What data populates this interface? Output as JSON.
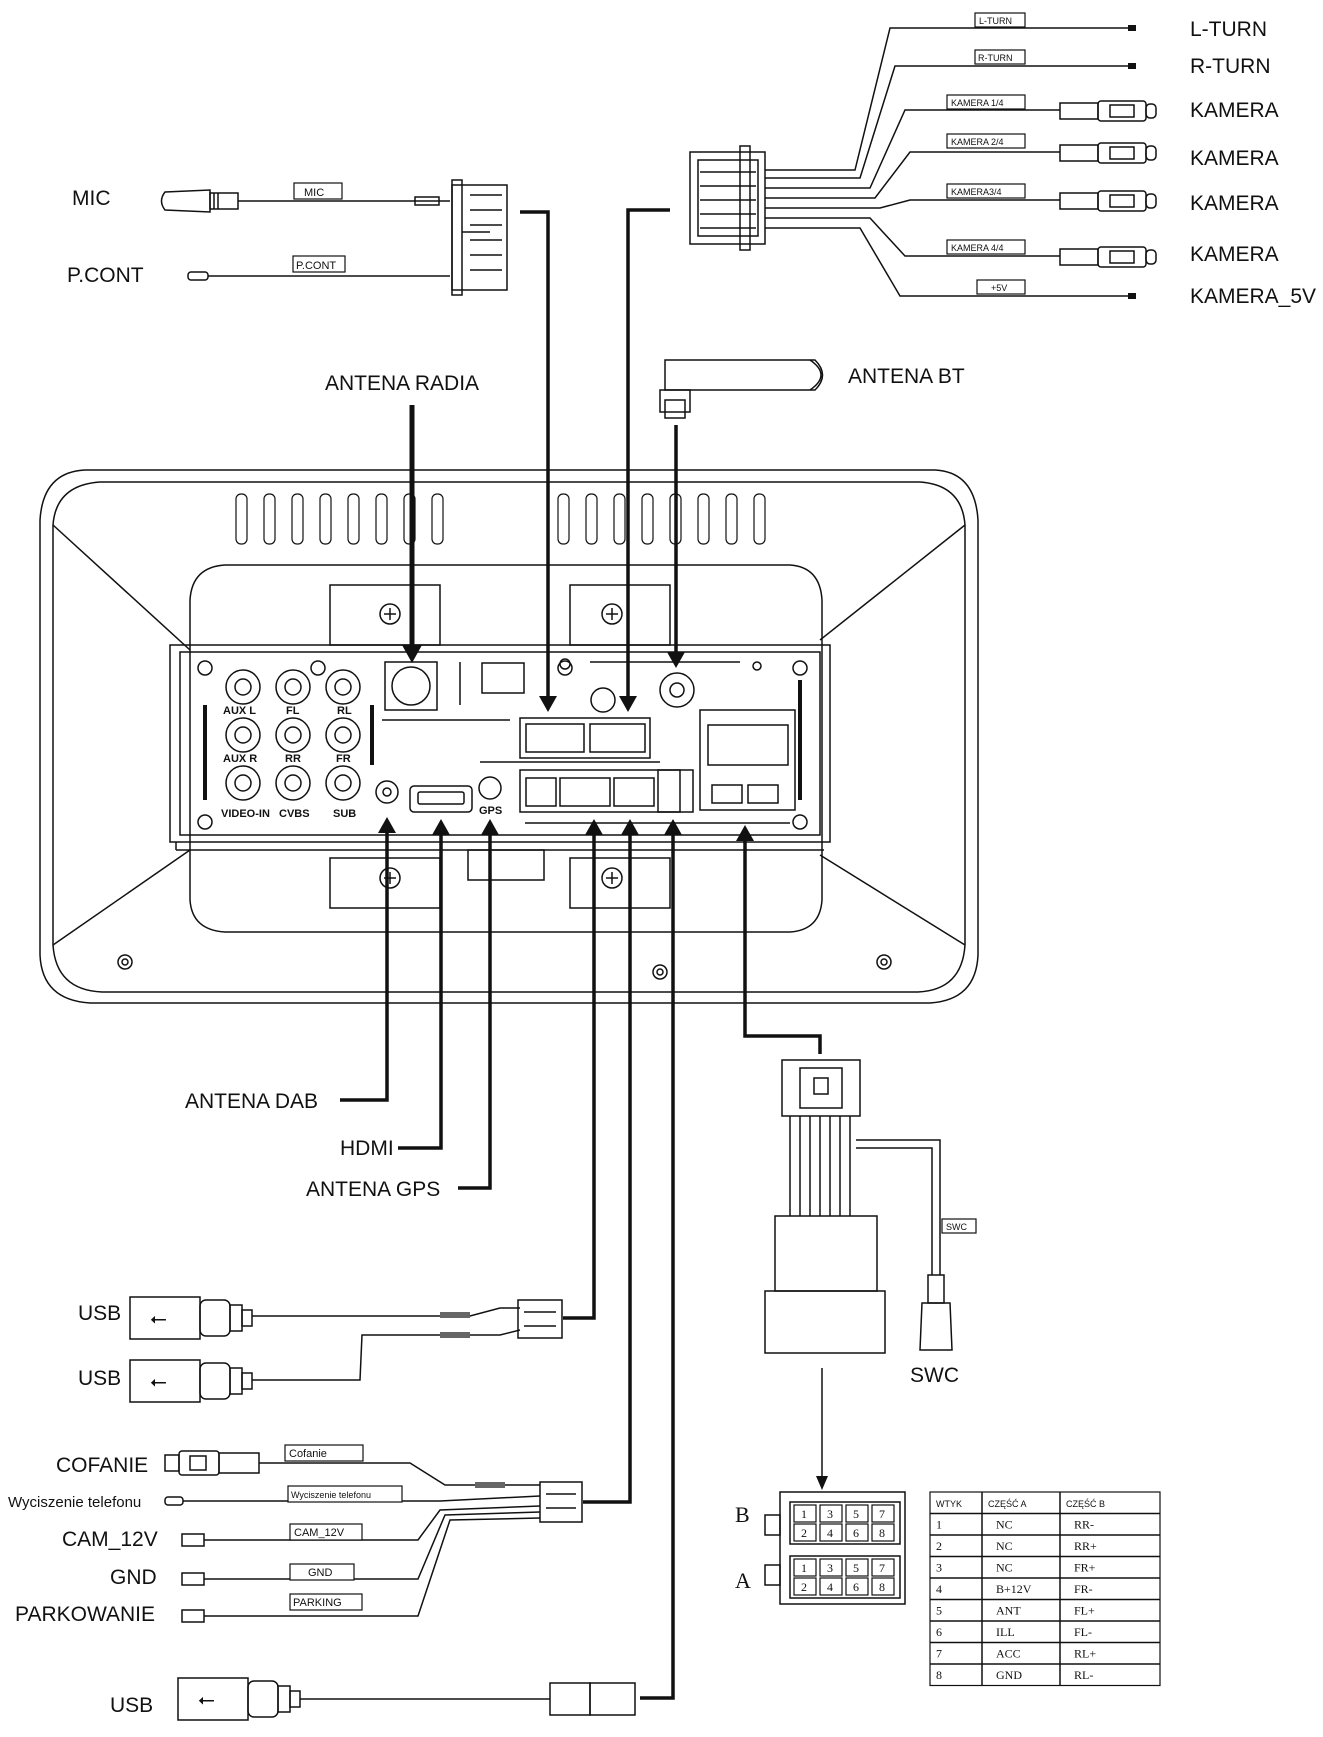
{
  "labels": {
    "mic": "MIC",
    "pcont": "P.CONT",
    "antena_radia": "ANTENA RADIA",
    "antena_bt": "ANTENA BT",
    "l_turn": "L-TURN",
    "r_turn": "R-TURN",
    "kamera1": "KAMERA",
    "kamera2": "KAMERA",
    "kamera3": "KAMERA",
    "kamera4": "KAMERA",
    "kamera_5v": "KAMERA_5V",
    "antena_dab": "ANTENA DAB",
    "hdmi": "HDMI",
    "antena_gps": "ANTENA GPS",
    "usb1": "USB",
    "usb2": "USB",
    "usb3": "USB",
    "swc": "SWC",
    "cofanie": "COFANIE",
    "wyciszenie": "Wyciszenie telefonu",
    "cam12v": "CAM_12V",
    "gnd": "GND",
    "parkowanie": "PARKOWANIE",
    "side_b": "B",
    "side_a": "A"
  },
  "tags": {
    "mic": "MIC",
    "pcont": "P.CONT",
    "l_turn": "L-TURN",
    "r_turn": "R-TURN",
    "kam1": "KAMERA 1/4",
    "kam2": "KAMERA 2/4",
    "kam3": "KAMERA3/4",
    "kam4": "KAMERA 4/4",
    "plus5v": "+5V",
    "swc": "SWC",
    "cofanie": "Cofanie",
    "wyciszenie": "Wyciszenie telefonu",
    "cam12v": "CAM_12V",
    "gnd": "GND",
    "parking": "PARKING"
  },
  "panel": {
    "aux_l": "AUX L",
    "aux_r": "AUX R",
    "video_in": "VIDEO-IN",
    "fl": "FL",
    "rl": "RL",
    "rr": "RR",
    "fr": "FR",
    "cvbs_out": "CVBS",
    "sub": "SUB",
    "gps": "GPS"
  },
  "connector_pins": {
    "top_row": [
      "1",
      "3",
      "5",
      "7"
    ],
    "bottom_row": [
      "2",
      "4",
      "6",
      "8"
    ]
  },
  "pin_table": {
    "headers": [
      "WTYK",
      "CZĘŚĆ A",
      "CZĘŚĆ B"
    ],
    "rows": [
      [
        "1",
        "NC",
        "RR-"
      ],
      [
        "2",
        "NC",
        "RR+"
      ],
      [
        "3",
        "NC",
        "FR+"
      ],
      [
        "4",
        "B+12V",
        "FR-"
      ],
      [
        "5",
        "ANT",
        "FL+"
      ],
      [
        "6",
        "ILL",
        "FL-"
      ],
      [
        "7",
        "ACC",
        "RL+"
      ],
      [
        "8",
        "GND",
        "RL-"
      ]
    ]
  }
}
